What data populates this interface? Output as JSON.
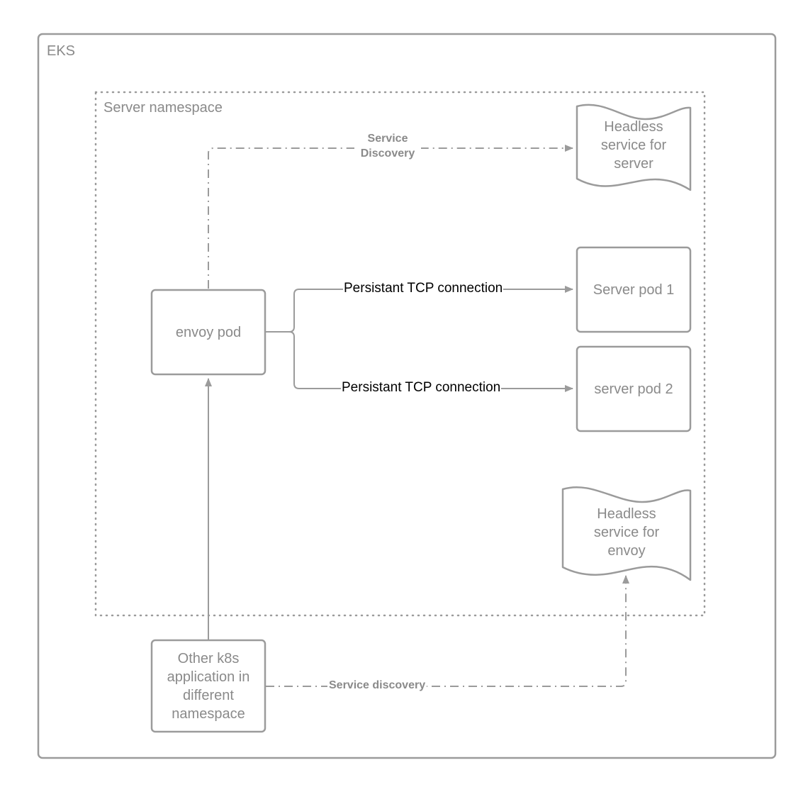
{
  "colors": {
    "stroke": "#9b9b9b",
    "text": "#8a8a8a",
    "connection_text": "#000000",
    "background": "#ffffff"
  },
  "containers": {
    "eks": {
      "label": "EKS"
    },
    "namespace": {
      "label": "Server namespace"
    }
  },
  "nodes": {
    "envoy_pod": {
      "label": "envoy pod"
    },
    "server_pod_1": {
      "label": "Server pod 1"
    },
    "server_pod_2": {
      "label": "server pod 2"
    },
    "headless_server": {
      "label": "Headless service for server"
    },
    "headless_envoy": {
      "label": "Headless service for envoy"
    },
    "other_app": {
      "label": "Other k8s application in different namespace"
    }
  },
  "edges": {
    "service_discovery_top": {
      "label": "Service Discovery",
      "style": "dash-dot"
    },
    "tcp_1": {
      "label": "Persistant TCP connection",
      "style": "solid"
    },
    "tcp_2": {
      "label": "Persistant TCP connection",
      "style": "solid"
    },
    "service_discovery_bottom": {
      "label": "Service discovery",
      "style": "dash-dot"
    },
    "app_to_envoy": {
      "label": "",
      "style": "solid"
    }
  }
}
